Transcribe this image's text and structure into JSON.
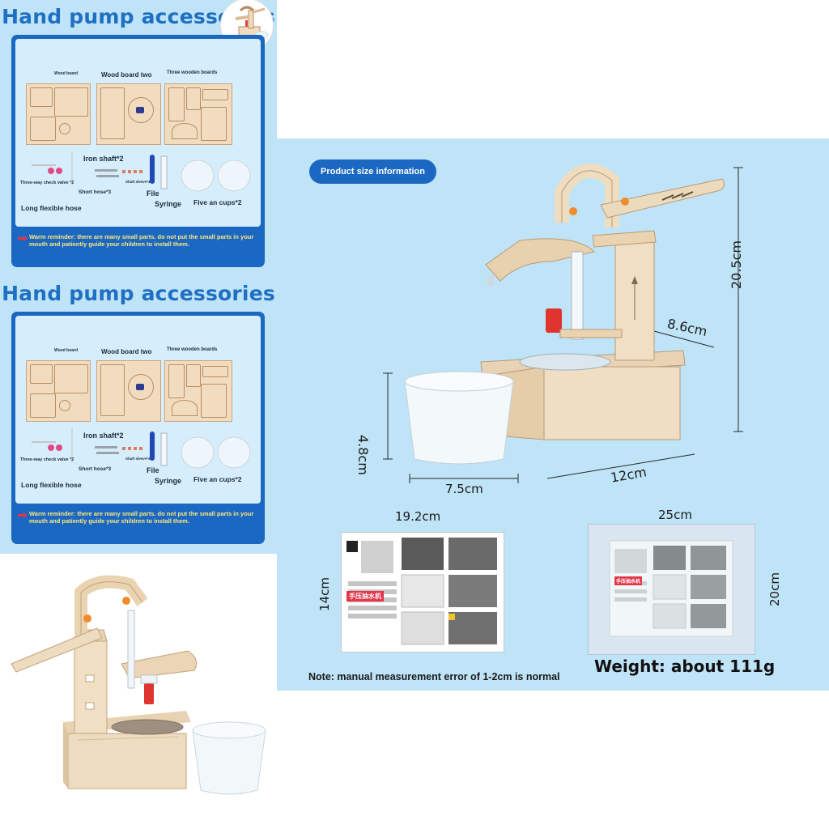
{
  "accessories": {
    "title": "Hand pump accessories",
    "labels": {
      "wood_board": "Wood board",
      "wood_board_two": "Wood board two",
      "three_wooden_boards": "Three wooden boards",
      "iron_shaft": "Iron shaft*2",
      "three_way_check_valve": "Three-way check valve *2",
      "short_hose": "Short hose*3",
      "shaft_sleeve": "Shaft sleeve*4",
      "file": "File",
      "syringe": "Syringe",
      "five_an_cups": "Five an cups*2",
      "long_flexible_hose": "Long flexible hose"
    },
    "reminder": "Warm reminder: there are many small parts. do not put the small parts in your mouth and patiently guide your children to install them."
  },
  "size_info": {
    "badge": "Product size information",
    "dims": {
      "height": "20.5cm",
      "depth": "8.6cm",
      "cup_height": "4.8cm",
      "cup_width": "7.5cm",
      "base_width": "12cm",
      "manual_width": "19.2cm",
      "manual_height": "14cm",
      "bag_width": "25cm",
      "bag_height": "20cm"
    },
    "manual_title": "手压抽水机",
    "note": "Note: manual measurement error of 1-2cm is normal",
    "weight": "Weight: about 111g"
  },
  "colors": {
    "accent_blue": "#1b68c3",
    "title_blue": "#1f6fc2",
    "panel_bg": "#bfe3f7",
    "warning_yellow": "#ffe77a",
    "wood": "#f1dcc0"
  }
}
